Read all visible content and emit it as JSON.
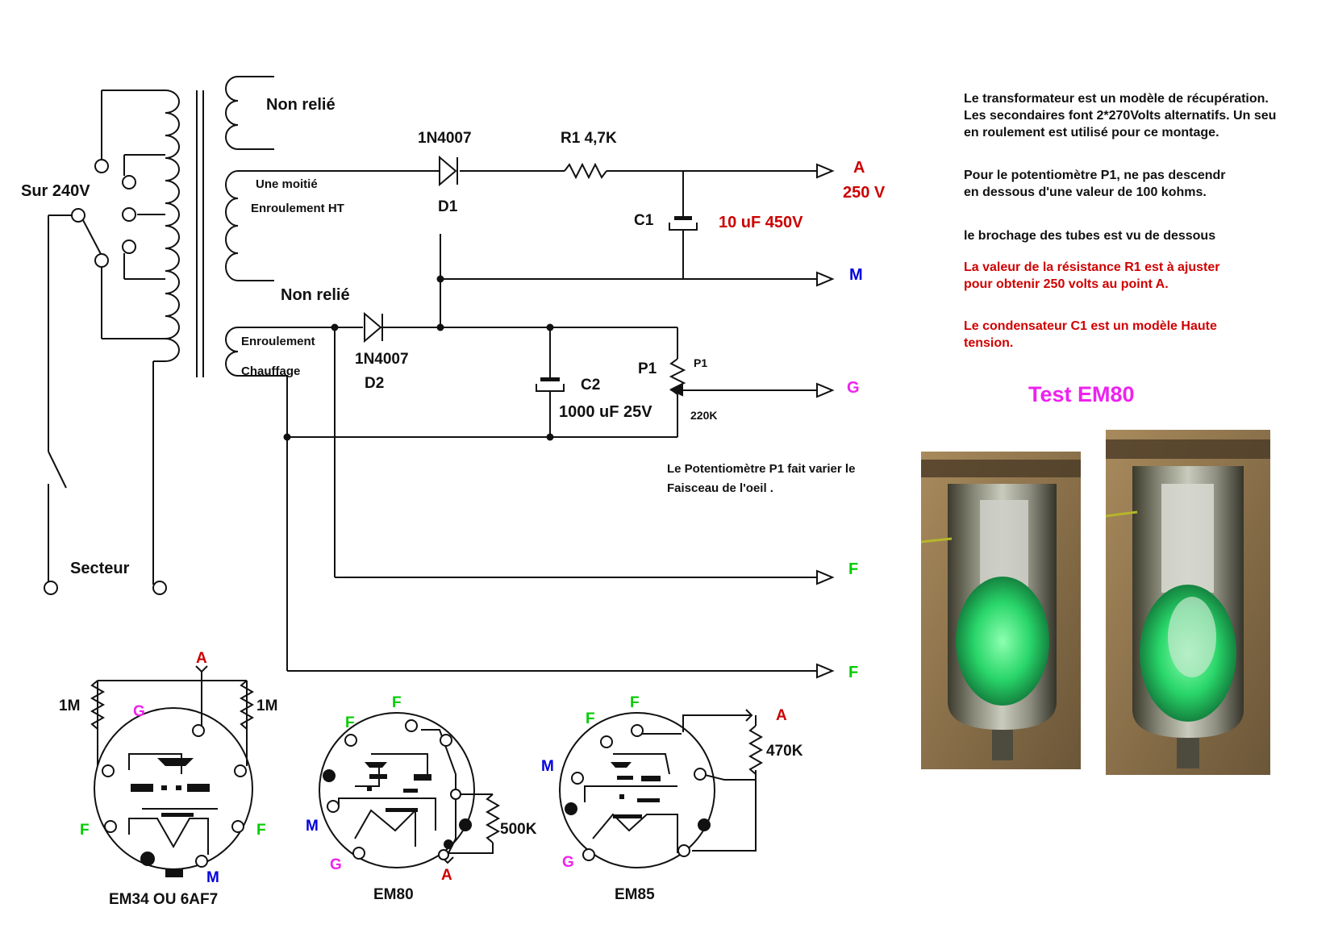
{
  "colors": {
    "wire": "#111111",
    "label_red": "#cc0000",
    "label_blue": "#0000dd",
    "label_green": "#00cc00",
    "label_magenta": "#ee22ee"
  },
  "transformer": {
    "primary_label": "Sur 240V",
    "mains_label": "Secteur",
    "sec1_label": "Non relié",
    "ht_label_1": "Une moitié",
    "ht_label_2": "Enroulement HT",
    "sec3_label": "Non relié",
    "heater_label_1": "Enroulement",
    "heater_label_2": "Chauffage"
  },
  "components": {
    "d1_part": "1N4007",
    "d1_ref": "D1",
    "r1_label": "R1 4,7K",
    "c1_ref": "C1",
    "c1_value": "10 uF 450V",
    "d2_part": "1N4007",
    "d2_ref": "D2",
    "c2_ref": "C2",
    "c2_value": "1000 uF 25V",
    "p1_ref": "P1",
    "p1_small": "P1",
    "p1_value": "220K"
  },
  "outputs": {
    "a_label": "A",
    "a_voltage": "250 V",
    "m_label": "M",
    "g_label": "G",
    "f1_label": "F",
    "f2_label": "F"
  },
  "pot_note": "Le Potentiomètre P1 fait varier le\nFaisceau de l'oeil .",
  "notes": {
    "transformer": "Le transformateur est un modèle de récupération.\nLes secondaires font 2*270Volts alternatifs. Un seu\nen roulement est utilisé pour ce montage.",
    "pot": "Pour le potentiomètre P1, ne pas descendr\n en dessous d'une valeur de 100 kohms.",
    "pinout": "le brochage des tubes est vu de dessous",
    "r1": "La valeur de la résistance R1 est à ajuster\npour obtenir 250 volts au point A.",
    "c1": "Le condensateur C1 est un modèle Haute\ntension."
  },
  "test_title": "Test EM80",
  "tubes": {
    "em34": {
      "name": "EM34 OU 6AF7",
      "a": "A",
      "g": "G",
      "f_left": "F",
      "f_right": "F",
      "m": "M",
      "r_left": "1M",
      "r_right": "1M"
    },
    "em80": {
      "name": "EM80",
      "f_top": "F",
      "f_left": "F",
      "m": "M",
      "g": "G",
      "a": "A",
      "r": "500K"
    },
    "em85": {
      "name": "EM85",
      "f_left": "F",
      "f_top": "F",
      "m": "M",
      "g": "G",
      "a": "A",
      "r": "470K"
    }
  }
}
